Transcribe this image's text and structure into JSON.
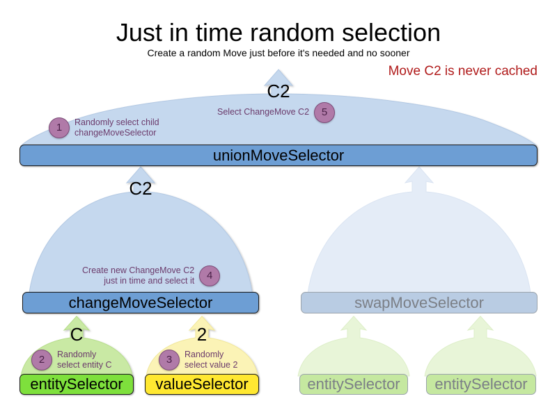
{
  "header": {
    "title": "Just in time random selection",
    "subtitle": "Create a random Move just before it's needed and no sooner",
    "callout": "Move C2 is never cached",
    "callout_color": "#b01a1a"
  },
  "colors": {
    "arch_blue": "#c5d8ee",
    "bar_blue": "#6d9ed4",
    "arch_blue_faded": "#e4ecf7",
    "bar_blue_faded": "#b9cce3",
    "arch_green": "#c9e9a4",
    "bar_green": "#7ee03c",
    "arch_green_faded": "#e8f5d8",
    "bar_green_faded": "#c5e8a0",
    "arch_yellow": "#fbf3b6",
    "bar_yellow": "#ffe831",
    "badge_fill": "#b07aa8",
    "badge_stroke": "#7c4a78",
    "note_text": "#6b3a6b"
  },
  "nodes": {
    "union_move_selector": {
      "label": "unionMoveSelector",
      "state": "active"
    },
    "change_move_selector": {
      "label": "changeMoveSelector",
      "state": "active"
    },
    "swap_move_selector": {
      "label": "swapMoveSelector",
      "state": "faded"
    },
    "entity_selector_left": {
      "label": "entitySelector",
      "state": "active"
    },
    "value_selector": {
      "label": "valueSelector",
      "state": "active"
    },
    "entity_selector_swap_1": {
      "label": "entitySelector",
      "state": "faded"
    },
    "entity_selector_swap_2": {
      "label": "entitySelector",
      "state": "faded"
    }
  },
  "move_labels": {
    "union_output": "C2",
    "change_output": "C2",
    "entity_output": "C",
    "value_output": "2"
  },
  "annotations": [
    {
      "number": "1",
      "text": "Randomly select child\nchangeMoveSelector"
    },
    {
      "number": "2",
      "text": "Randomly\nselect entity C"
    },
    {
      "number": "3",
      "text": "Randomly\nselect value 2"
    },
    {
      "number": "4",
      "text": "Create new ChangeMove C2\njust in time and select it"
    },
    {
      "number": "5",
      "text": "Select ChangeMove C2"
    }
  ]
}
